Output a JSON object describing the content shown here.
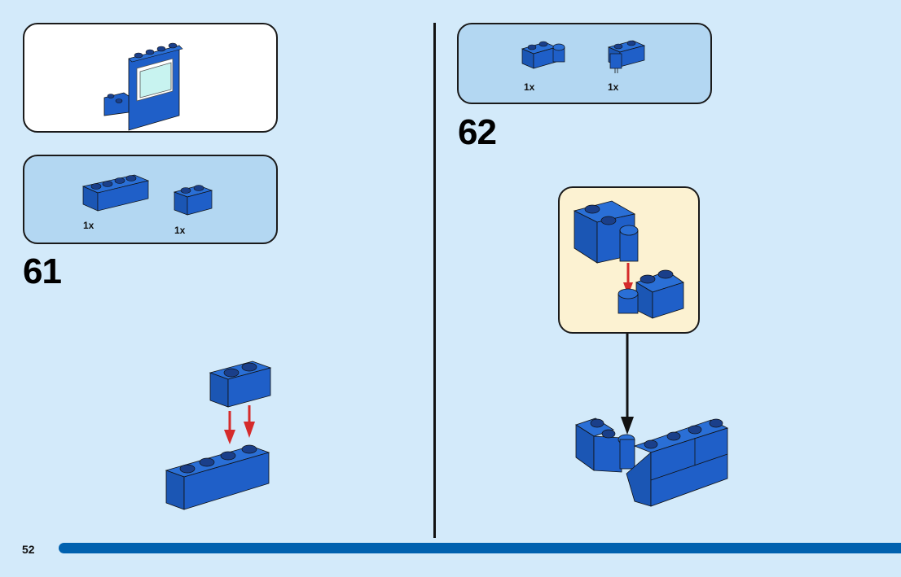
{
  "page": {
    "number": "52",
    "accent_color": "#0061af",
    "background_color": "#d3eafa"
  },
  "left_column": {
    "preview_box": {
      "image": "window-assembly-preview"
    },
    "parts_box": {
      "parts": [
        {
          "name": "brick-1x4-blue",
          "quantity": "1x"
        },
        {
          "name": "brick-1x2-blue",
          "quantity": "1x"
        }
      ]
    },
    "step": {
      "number": "61",
      "image": "stack-1x2-brick-onto-1x4-brick"
    }
  },
  "right_column": {
    "parts_box": {
      "parts": [
        {
          "name": "hinge-brick-1x2-top-blue",
          "quantity": "1x"
        },
        {
          "name": "hinge-brick-1x2-base-blue",
          "quantity": "1x"
        }
      ]
    },
    "step": {
      "number": "62",
      "sub_assembly_image": "hinge-top-onto-hinge-base",
      "image": "attach-hinge-assembly"
    }
  }
}
